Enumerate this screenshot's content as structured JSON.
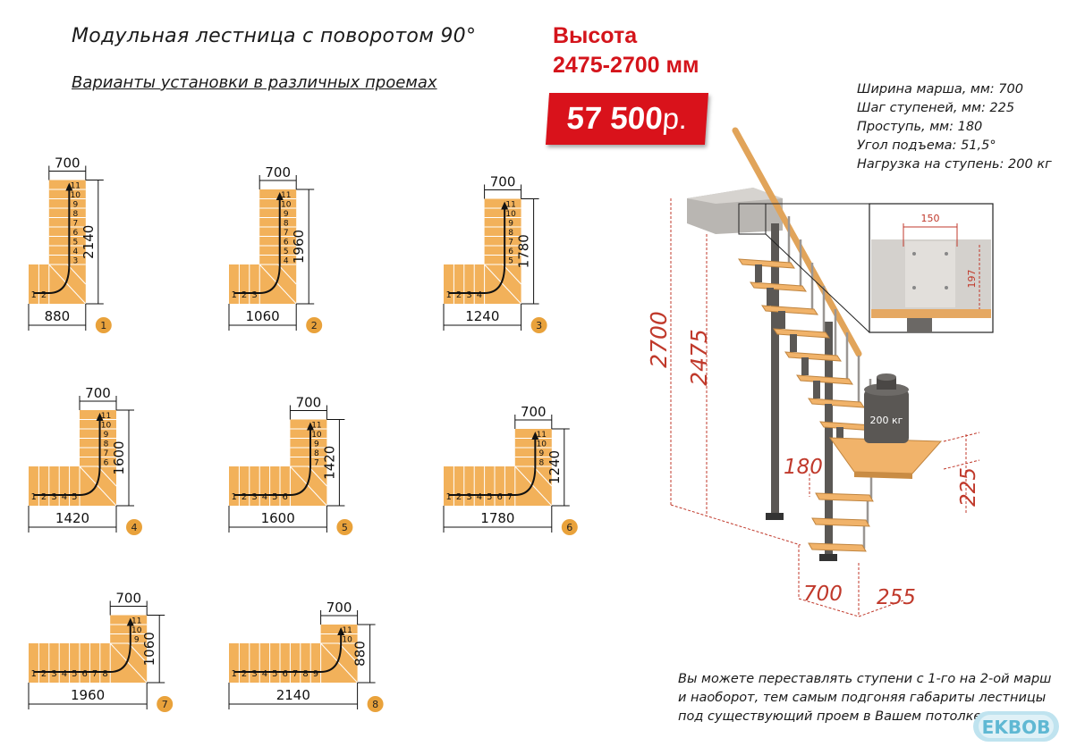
{
  "title": "Модульная лестница с поворотом 90°",
  "subtitle": "Варианты установки в различных проемах",
  "height_label": {
    "line1": "Высота",
    "line2": "2475-2700 мм"
  },
  "price": {
    "amount": "57 500",
    "currency": "р."
  },
  "specs": [
    "Ширина марша, мм: 700",
    "Шаг ступеней, мм: 225",
    "Проступь, мм: 180",
    "Угол подъема: 51,5°",
    "Нагрузка на ступень: 200 кг"
  ],
  "note": [
    "Вы можете переставлять ступени с 1-го на 2-ой марш",
    "и наоборот, тем самым подгоняя габариты лестницы",
    "под существующий проем в Вашем потолке."
  ],
  "logo": "EKBOB",
  "variants": [
    {
      "num": "1",
      "top": "700",
      "side": "2140",
      "bottom": "880",
      "lower": [
        "1",
        "2"
      ],
      "upper": [
        "11",
        "10",
        "9",
        "8",
        "7",
        "6",
        "5",
        "4",
        "3"
      ]
    },
    {
      "num": "2",
      "top": "700",
      "side": "1960",
      "bottom": "1060",
      "lower": [
        "1",
        "2",
        "3"
      ],
      "upper": [
        "11",
        "10",
        "9",
        "8",
        "7",
        "6",
        "5",
        "4"
      ]
    },
    {
      "num": "3",
      "top": "700",
      "side": "1780",
      "bottom": "1240",
      "lower": [
        "1",
        "2",
        "3",
        "4"
      ],
      "upper": [
        "11",
        "10",
        "9",
        "8",
        "7",
        "6",
        "5"
      ]
    },
    {
      "num": "4",
      "top": "700",
      "side": "1600",
      "bottom": "1420",
      "lower": [
        "1",
        "2",
        "3",
        "4",
        "5"
      ],
      "upper": [
        "11",
        "10",
        "9",
        "8",
        "7",
        "6"
      ]
    },
    {
      "num": "5",
      "top": "700",
      "side": "1420",
      "bottom": "1600",
      "lower": [
        "1",
        "2",
        "3",
        "4",
        "5",
        "6"
      ],
      "upper": [
        "11",
        "10",
        "9",
        "8",
        "7"
      ]
    },
    {
      "num": "6",
      "top": "700",
      "side": "1240",
      "bottom": "1780",
      "lower": [
        "1",
        "2",
        "3",
        "4",
        "5",
        "6",
        "7"
      ],
      "upper": [
        "11",
        "10",
        "9",
        "8"
      ]
    },
    {
      "num": "7",
      "top": "700",
      "side": "1060",
      "bottom": "1960",
      "lower": [
        "1",
        "2",
        "3",
        "4",
        "5",
        "6",
        "7",
        "8"
      ],
      "upper": [
        "11",
        "10",
        "9"
      ]
    },
    {
      "num": "8",
      "top": "700",
      "side": "880",
      "bottom": "2140",
      "lower": [
        "1",
        "2",
        "3",
        "4",
        "5",
        "6",
        "7",
        "8",
        "9"
      ],
      "upper": [
        "11",
        "10"
      ]
    }
  ],
  "stair_dims": {
    "total_height": "2700",
    "floor_height": "2475",
    "tread": "180",
    "step": "225",
    "width": "700",
    "depth": "255",
    "load": "200 кг"
  },
  "detail_dims": {
    "w": "150",
    "h": "197"
  },
  "colors": {
    "wood": "#f2b15a",
    "wood_line": "#ffffff",
    "dim_red": "#c0392b",
    "badge": "#e9a23b",
    "price_bg": "#d9121b"
  }
}
